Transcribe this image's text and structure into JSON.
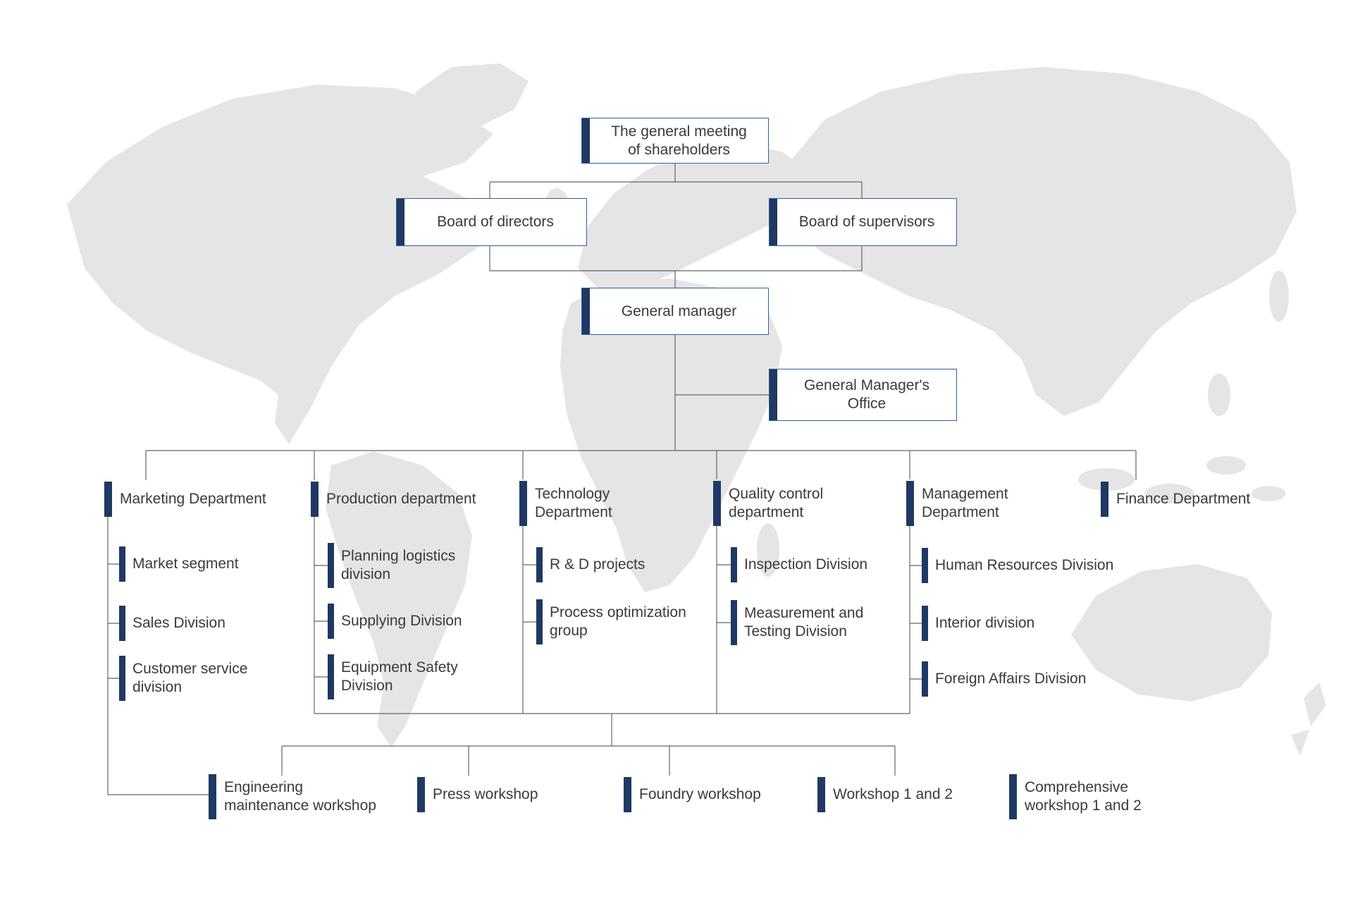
{
  "colors": {
    "accent_bar": "#1f3864",
    "box_border": "#2d5f9e",
    "connector": "#666666",
    "text": "#3a3a3a",
    "map": "#e5e5e5"
  },
  "hierarchy": {
    "shareholders": "The general meeting of shareholders",
    "board_of_directors": "Board of directors",
    "board_of_supervisors": "Board of supervisors",
    "general_manager": "General manager",
    "general_managers_office": "General Manager's Office"
  },
  "departments": [
    {
      "name": "Marketing Department",
      "children": [
        "Market segment",
        "Sales Division",
        "Customer service division"
      ]
    },
    {
      "name": "Production department",
      "children": [
        "Planning logistics division",
        "Supplying Division",
        "Equipment Safety Division"
      ]
    },
    {
      "name": "Technology Department",
      "children": [
        "R & D projects",
        "Process optimization group"
      ]
    },
    {
      "name": "Quality control department",
      "children": [
        "Inspection Division",
        "Measurement and Testing Division"
      ]
    },
    {
      "name": "Management Department",
      "children": [
        "Human Resources Division",
        "Interior division",
        "Foreign Affairs Division"
      ]
    },
    {
      "name": "Finance Department",
      "children": []
    }
  ],
  "workshops": [
    "Engineering maintenance workshop",
    "Press workshop",
    "Foundry workshop",
    "Workshop 1 and 2",
    "Comprehensive workshop 1 and 2"
  ]
}
